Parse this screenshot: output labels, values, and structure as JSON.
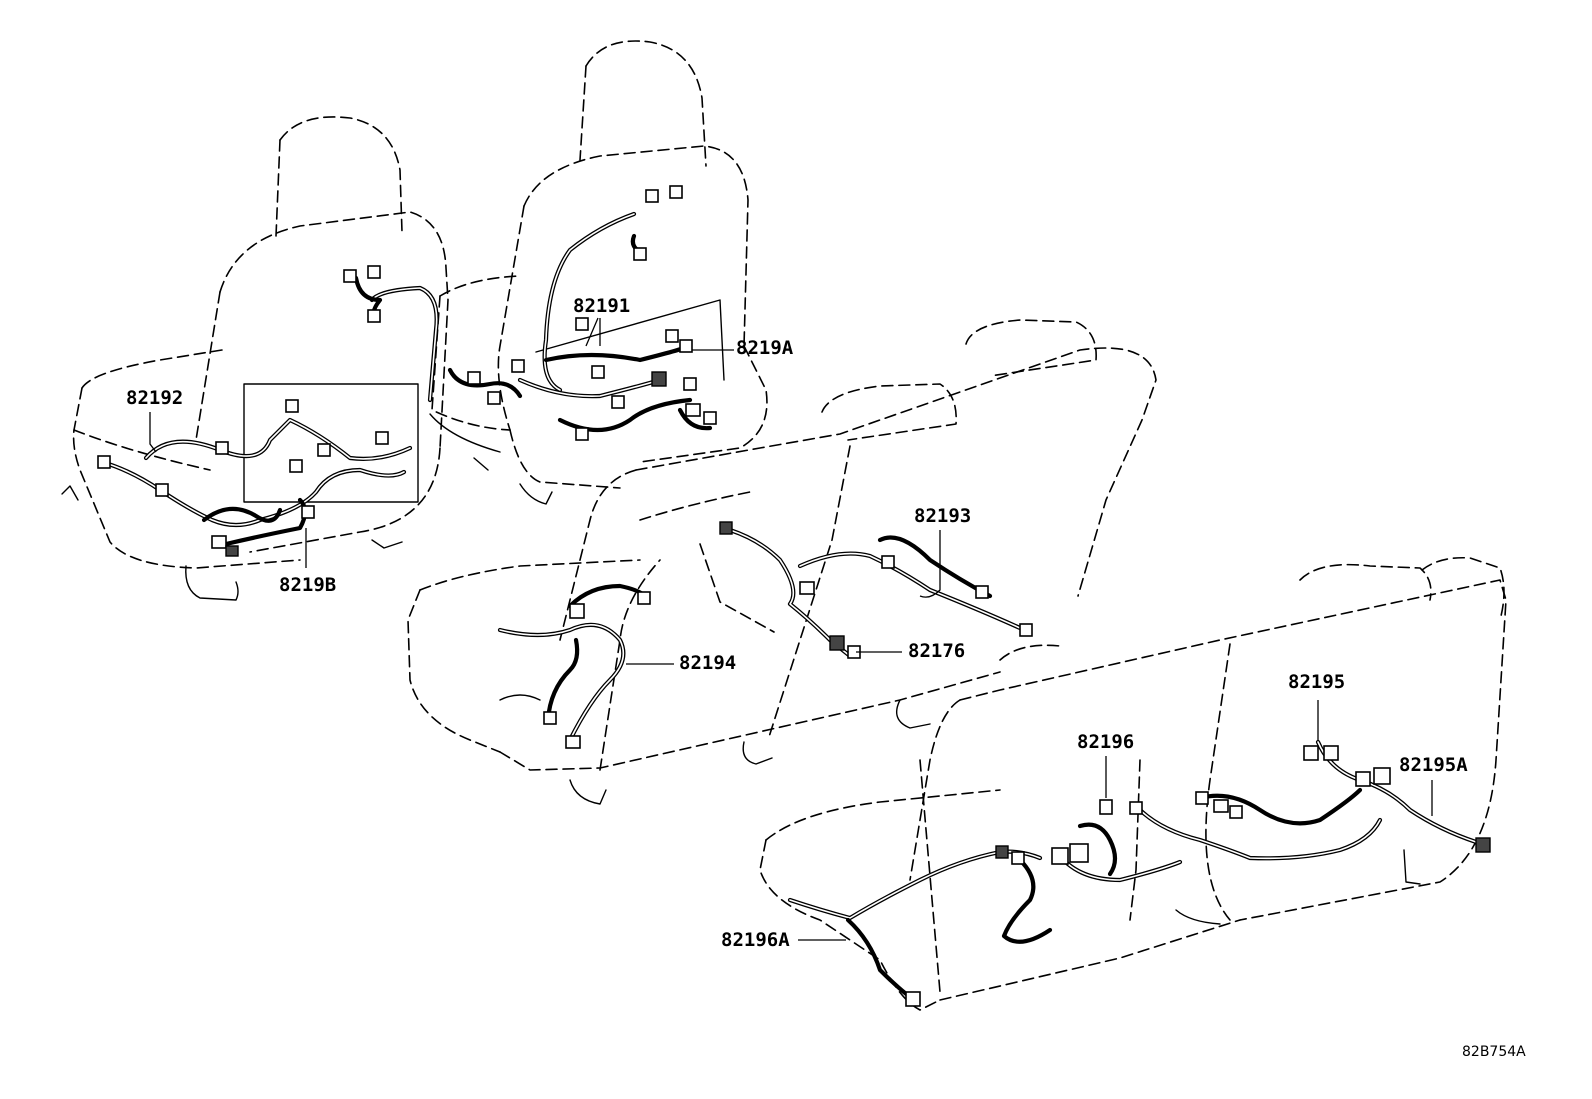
{
  "parts": [
    {
      "id": "p82191",
      "number": "82191"
    },
    {
      "id": "p8219A",
      "number": "8219A"
    },
    {
      "id": "p82192",
      "number": "82192"
    },
    {
      "id": "p8219B",
      "number": "8219B"
    },
    {
      "id": "p82193",
      "number": "82193"
    },
    {
      "id": "p82194",
      "number": "82194"
    },
    {
      "id": "p82176",
      "number": "82176"
    },
    {
      "id": "p82195",
      "number": "82195"
    },
    {
      "id": "p82195A",
      "number": "82195A"
    },
    {
      "id": "p82196",
      "number": "82196"
    },
    {
      "id": "p82196A",
      "number": "82196A"
    }
  ],
  "illustration_code": "82B754A"
}
